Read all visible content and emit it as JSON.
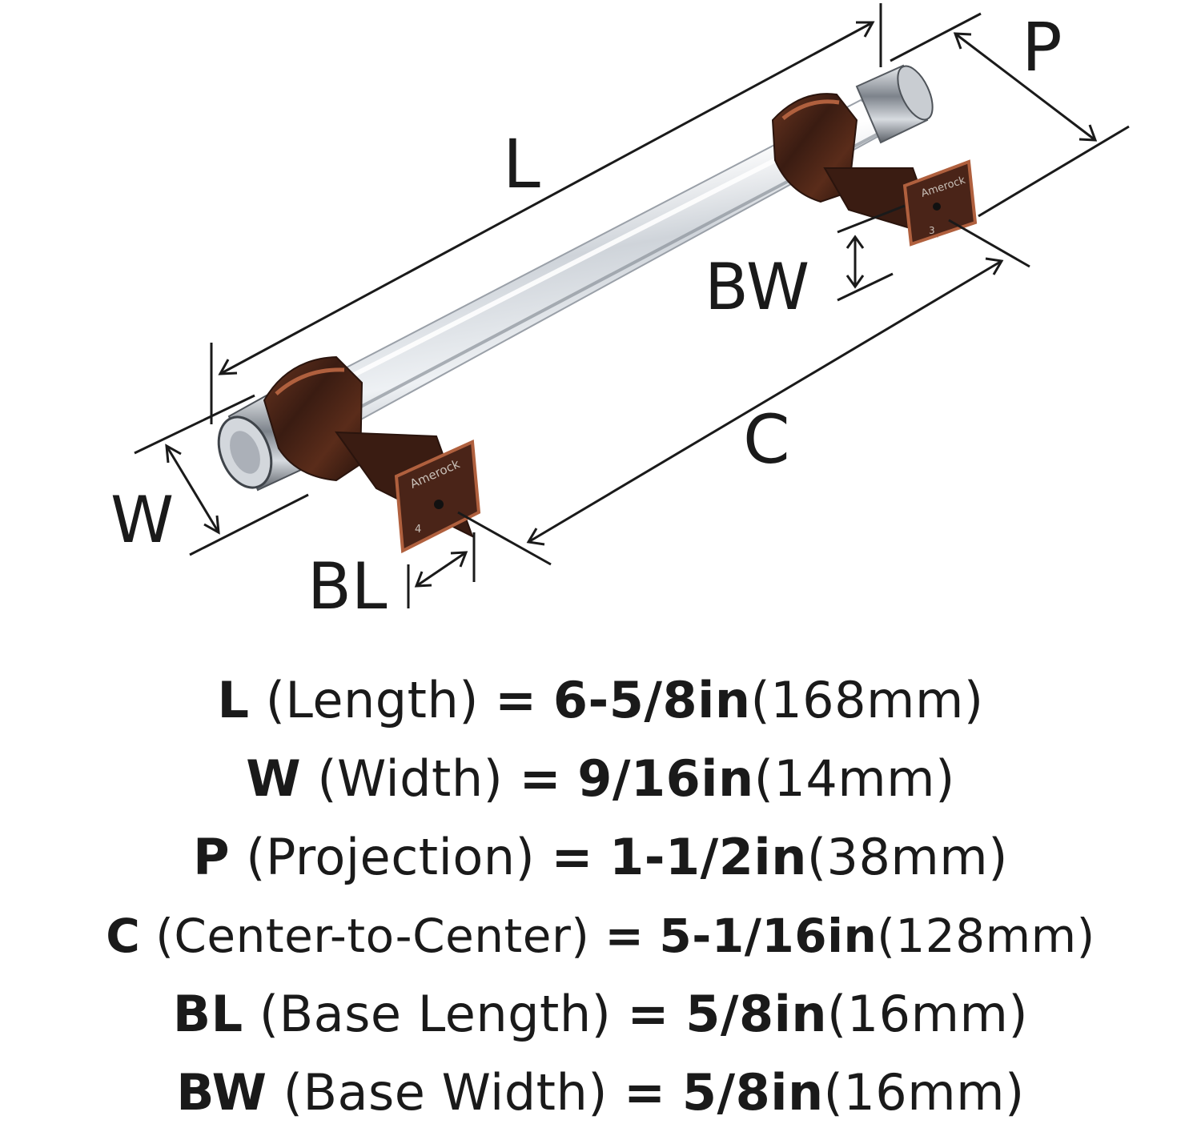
{
  "diagram": {
    "labels": {
      "L": "L",
      "P": "P",
      "W": "W",
      "C": "C",
      "BW": "BW",
      "BL": "BL"
    },
    "brand_engraving": "Amerock",
    "post_numbers": [
      "4",
      "3"
    ],
    "colors": {
      "finish_bronze": "#4a2418",
      "finish_copper_highlight": "#b0603e",
      "glass": "#dfe3e8",
      "chrome": "#9aa0a8",
      "line": "#1a1a1a"
    }
  },
  "specs": [
    {
      "code": "L",
      "name": "(Length)",
      "eq": "=",
      "imperial": "6-5/8in",
      "metric": "(168mm)"
    },
    {
      "code": "W",
      "name": "(Width)",
      "eq": "=",
      "imperial": "9/16in",
      "metric": "(14mm)"
    },
    {
      "code": "P",
      "name": "(Projection)",
      "eq": "=",
      "imperial": "1-1/2in",
      "metric": "(38mm)"
    },
    {
      "code": "C",
      "name": "(Center-to-Center)",
      "eq": "=",
      "imperial": "5-1/16in",
      "metric": "(128mm)"
    },
    {
      "code": "BL",
      "name": "(Base Length)",
      "eq": "=",
      "imperial": "5/8in",
      "metric": "(16mm)"
    },
    {
      "code": "BW",
      "name": "(Base Width)",
      "eq": "=",
      "imperial": "5/8in",
      "metric": "(16mm)"
    }
  ]
}
